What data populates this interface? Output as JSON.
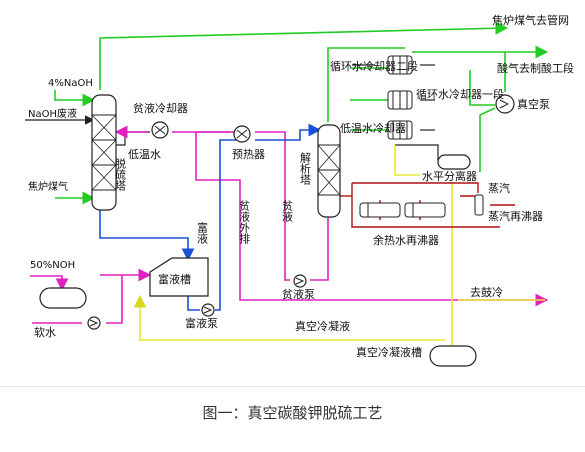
{
  "labels": {
    "gas_to_pipe_top": "焦炉煤气去管网",
    "naoh_4": "4%NaOH",
    "naoh_waste": "NaOH废液",
    "coke_gas_in": "焦炉煤气",
    "lean_cooler": "贫液冷却器",
    "low_temp_water": "低温水",
    "desulf_tower": "脱硫塔",
    "preheater": "预热器",
    "stripper": "解析塔",
    "circ_cooler_2": "循环水冷却器二段",
    "circ_cooler_1": "循环水冷却器一段",
    "low_temp_cooler": "低温水冷却器",
    "acid_gas": "酸气去制酸工段",
    "vacuum_pump": "真空泵",
    "horiz_separator": "水平分离器",
    "steam": "蒸汽",
    "steam_reboiler": "蒸汽再沸器",
    "waste_heat_reboiler": "余热水再沸器",
    "rich_liquid": "富液",
    "lean_discharge": "贫液外排",
    "lean_liquid": "贫液",
    "lean_pump": "贫液泵",
    "to_cooling": "去鼓冷",
    "vacuum_condensate": "真空冷凝液",
    "condensate_tank": "真空冷凝液槽",
    "naoh_50": "50%NOH",
    "rich_tank": "富液槽",
    "rich_pump": "富液泵",
    "soft_water": "软水"
  },
  "caption": "图一：真空碳酸钾脱硫工艺",
  "colors": {
    "gas": "#22cc22",
    "lean": "#e020c0",
    "rich": "#1a4fd8",
    "condensate": "#e8e832",
    "steam": "#b01010",
    "equipment": "#222222"
  }
}
